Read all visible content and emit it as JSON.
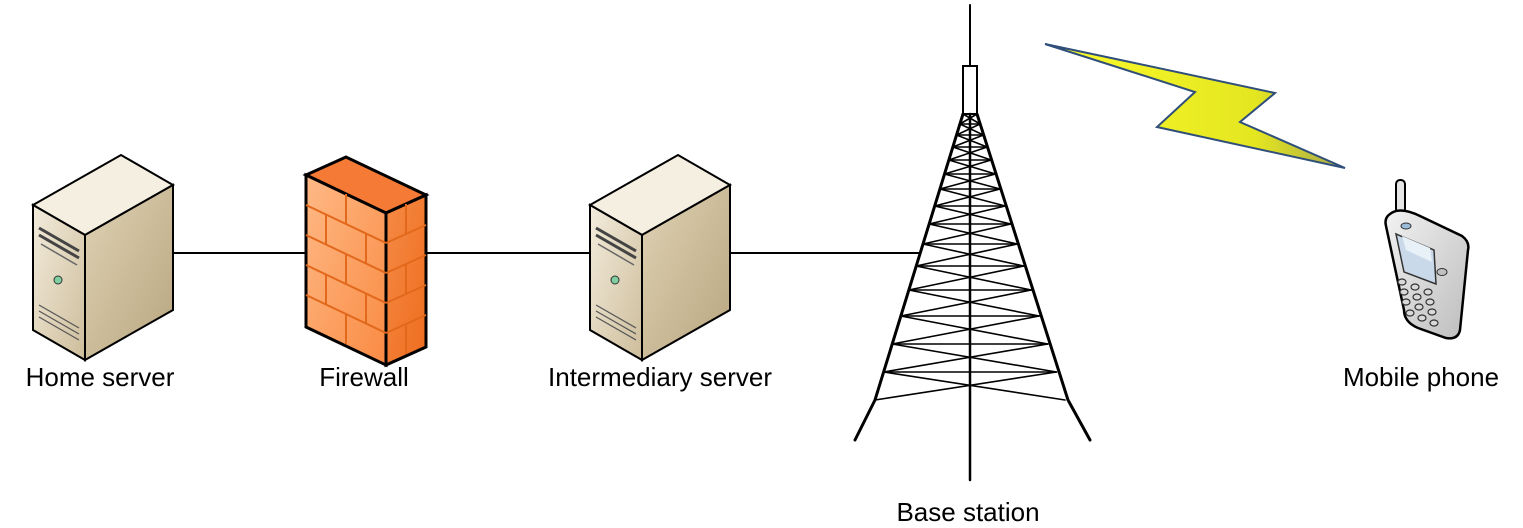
{
  "nodes": {
    "home_server": {
      "label": "Home server",
      "icon": "server-icon"
    },
    "firewall": {
      "label": "Firewall",
      "icon": "firewall-icon"
    },
    "intermediary_server": {
      "label": "Intermediary server",
      "icon": "server-icon"
    },
    "base_station": {
      "label": "Base station",
      "icon": "cell-tower-icon"
    },
    "mobile_phone": {
      "label": "Mobile phone",
      "icon": "mobile-phone-icon"
    }
  },
  "links": [
    {
      "from": "home_server",
      "to": "firewall",
      "type": "wired"
    },
    {
      "from": "firewall",
      "to": "intermediary_server",
      "type": "wired"
    },
    {
      "from": "intermediary_server",
      "to": "base_station",
      "type": "wired"
    },
    {
      "from": "base_station",
      "to": "mobile_phone",
      "type": "wireless",
      "icon": "lightning-bolt-icon"
    }
  ],
  "colors": {
    "server_body": "#e8dcc4",
    "firewall": "#f47a35",
    "lightning": "#f2f21e",
    "line": "#000000"
  }
}
